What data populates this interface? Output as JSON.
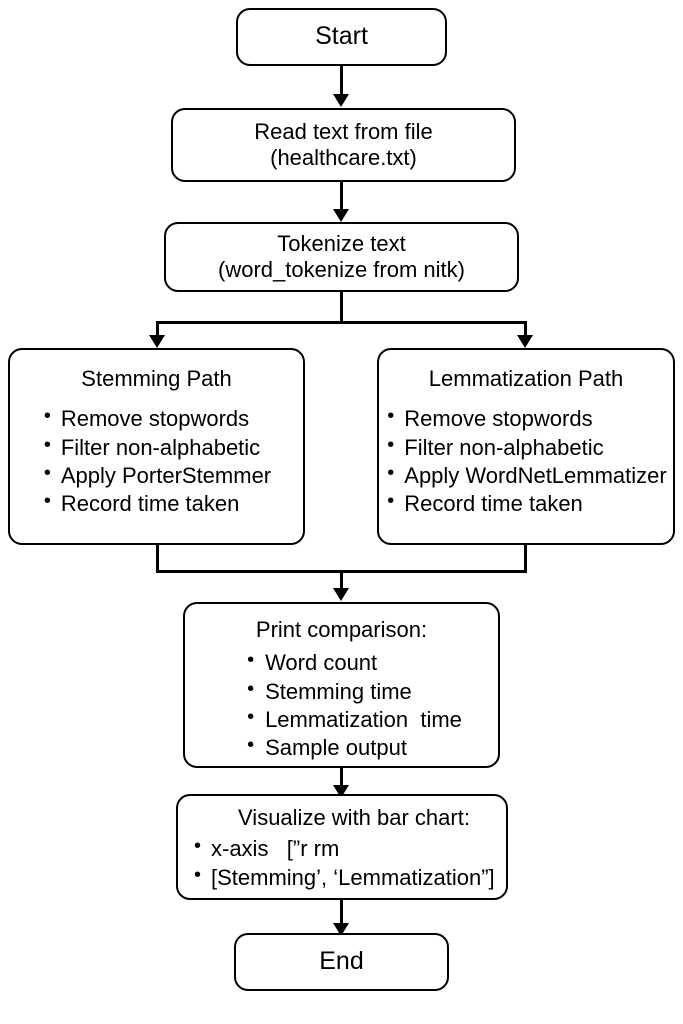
{
  "diagram": {
    "title": "Stemming vs Lemmatization NLP pipeline flowchart",
    "line_color": "#000000",
    "background_color": "#ffffff",
    "node_fill": "#ffffff"
  },
  "nodes": {
    "start": {
      "label": "Start",
      "shape": "rounded-rectangle"
    },
    "read_file": {
      "line1": "Read text from file",
      "line2": "(healthcare.txt)"
    },
    "tokenize": {
      "line1": "Tokenize text",
      "line2": "(word_tokenize from nitk)"
    },
    "stemming_path": {
      "title": "Stemming Path",
      "bullets": [
        "Remove stopwords",
        "Filter non-alphabetic",
        "Apply PorterStemmer",
        "Record time taken"
      ]
    },
    "lemmatization_path": {
      "title": "Lemmatization Path",
      "bullets": [
        "Remove stopwords",
        "Filter non-alphabetic",
        "Apply WordNetLemmatizer",
        "Record time taken"
      ]
    },
    "print_comparison": {
      "title": "Print comparison:",
      "bullets": [
        "Word count",
        "Stemming time",
        "Lemmatization  time",
        "Sample output"
      ]
    },
    "visualize": {
      "title": "Visualize with bar chart:",
      "bullets": [
        "x-axis   [”r rm",
        "[Stemming’, ‘Lemmatization”]"
      ]
    },
    "end": {
      "label": "End",
      "shape": "rounded-rectangle"
    }
  },
  "edges": [
    {
      "from": "start",
      "to": "read_file",
      "type": "straight-arrow"
    },
    {
      "from": "read_file",
      "to": "tokenize",
      "type": "straight-arrow"
    },
    {
      "from": "tokenize",
      "to": "stemming_path",
      "type": "split-left-arrow"
    },
    {
      "from": "tokenize",
      "to": "lemmatization_path",
      "type": "split-right-arrow"
    },
    {
      "from": "stemming_path",
      "to": "print_comparison",
      "type": "merge-arrow"
    },
    {
      "from": "lemmatization_path",
      "to": "print_comparison",
      "type": "merge-arrow"
    },
    {
      "from": "print_comparison",
      "to": "visualize",
      "type": "straight-arrow"
    },
    {
      "from": "visualize",
      "to": "end",
      "type": "straight-arrow"
    }
  ]
}
